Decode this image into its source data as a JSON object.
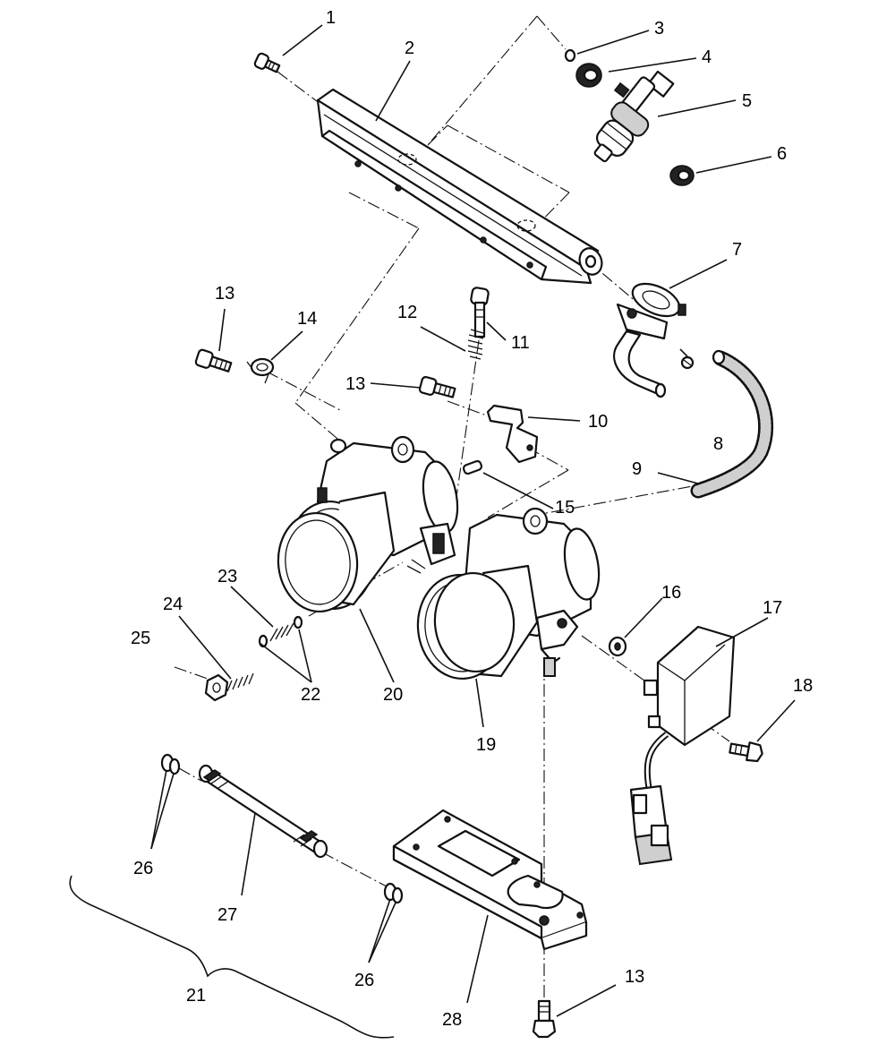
{
  "callouts": [
    {
      "id": "1",
      "label": "1"
    },
    {
      "id": "2",
      "label": "2"
    },
    {
      "id": "3",
      "label": "3"
    },
    {
      "id": "4",
      "label": "4"
    },
    {
      "id": "5",
      "label": "5"
    },
    {
      "id": "6",
      "label": "6"
    },
    {
      "id": "7",
      "label": "7"
    },
    {
      "id": "8",
      "label": "8"
    },
    {
      "id": "9",
      "label": "9"
    },
    {
      "id": "10",
      "label": "10"
    },
    {
      "id": "11",
      "label": "11"
    },
    {
      "id": "12",
      "label": "12"
    },
    {
      "id": "13a",
      "label": "13"
    },
    {
      "id": "13b",
      "label": "13"
    },
    {
      "id": "13c",
      "label": "13"
    },
    {
      "id": "14",
      "label": "14"
    },
    {
      "id": "15",
      "label": "15"
    },
    {
      "id": "16",
      "label": "16"
    },
    {
      "id": "17",
      "label": "17"
    },
    {
      "id": "18",
      "label": "18"
    },
    {
      "id": "19",
      "label": "19"
    },
    {
      "id": "20",
      "label": "20"
    },
    {
      "id": "21",
      "label": "21"
    },
    {
      "id": "22",
      "label": "22"
    },
    {
      "id": "23",
      "label": "23"
    },
    {
      "id": "24",
      "label": "24"
    },
    {
      "id": "25",
      "label": "25"
    },
    {
      "id": "26a",
      "label": "26"
    },
    {
      "id": "26b",
      "label": "26"
    },
    {
      "id": "27",
      "label": "27"
    },
    {
      "id": "28",
      "label": "28"
    }
  ]
}
